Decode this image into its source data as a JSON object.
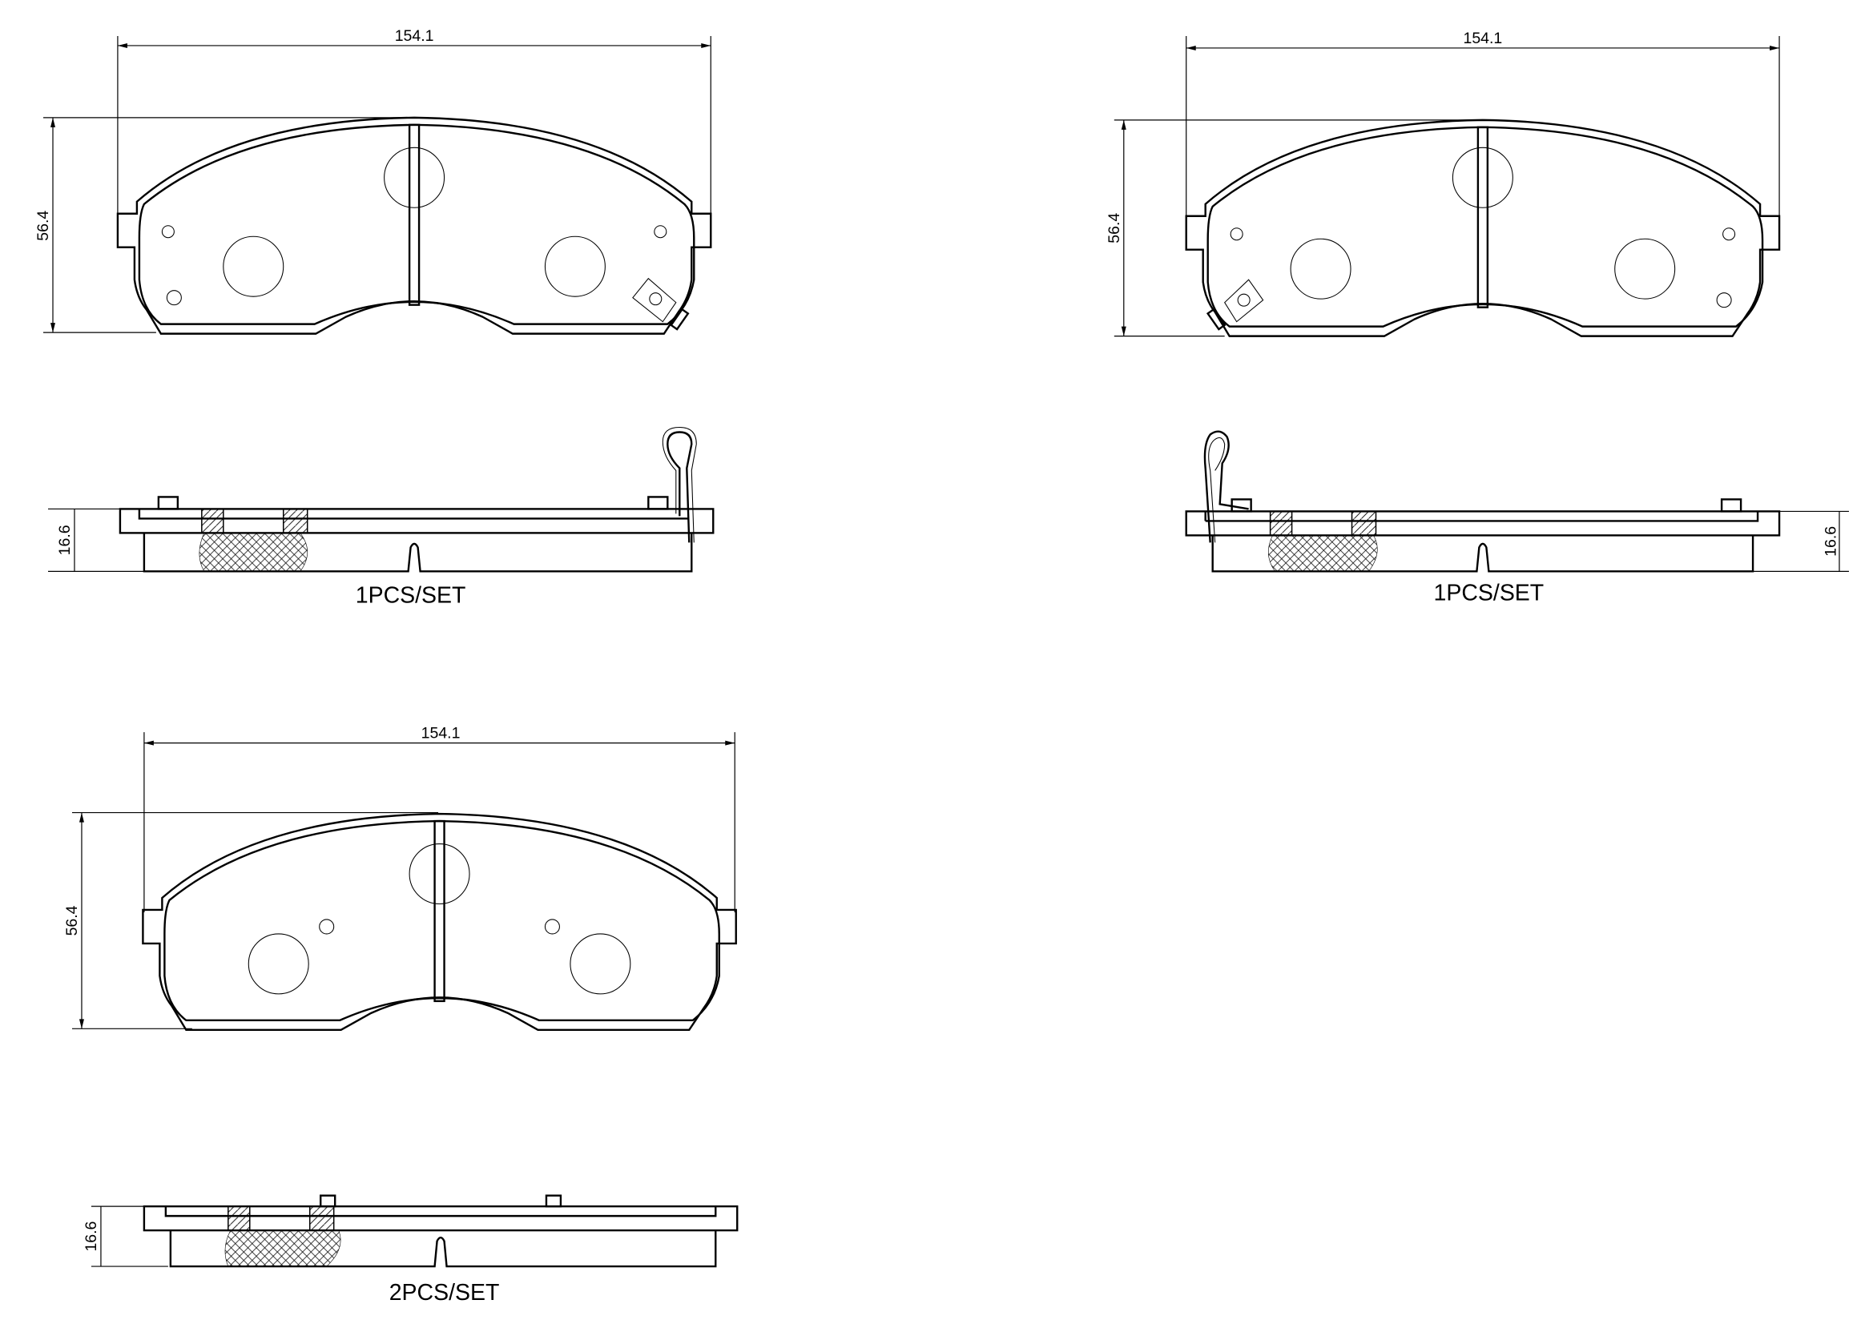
{
  "drawings": [
    {
      "id": "pad-inner-with-sensor-right",
      "front_view": {
        "width_dim": "154.1",
        "height_dim": "56.4"
      },
      "side_view": {
        "thickness_dim": "16.6",
        "quantity_label": "1PCS/SET"
      }
    },
    {
      "id": "pad-inner-with-sensor-left",
      "front_view": {
        "width_dim": "154.1",
        "height_dim": "56.4"
      },
      "side_view": {
        "thickness_dim": "16.6",
        "quantity_label": "1PCS/SET"
      }
    },
    {
      "id": "pad-outer",
      "front_view": {
        "width_dim": "154.1",
        "height_dim": "56.4"
      },
      "side_view": {
        "thickness_dim": "16.6",
        "quantity_label": "2PCS/SET"
      }
    }
  ],
  "colors": {
    "line": "#000000",
    "background": "#ffffff"
  }
}
